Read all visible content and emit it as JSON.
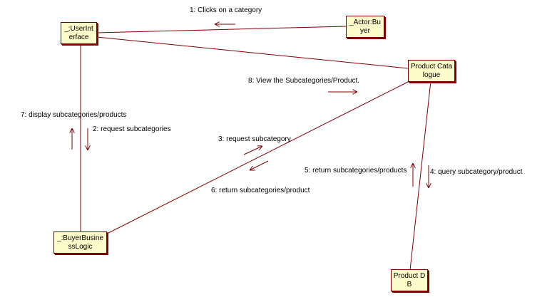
{
  "colors": {
    "line": "#800000",
    "node_fill": "#fdfccb",
    "node_border": "#800000",
    "text": "#000000"
  },
  "nodes": {
    "user_interface": "_:UserInterface",
    "actor_buyer": "_Actor:Buyer",
    "product_catalogue": "Product Catalogue",
    "buyer_business_logic": "_:BuyerBusinessLogic",
    "product_db": "Product DB"
  },
  "messages": {
    "m1": "1: Clicks on  a category",
    "m2": "2: request subcategories",
    "m3": "3: request subcategory",
    "m4": "4: query subcategory/product",
    "m5": "5: return subcategories/products",
    "m6": "6: return subcategories/product",
    "m7": "7: display subcategories/products",
    "m8": "8: View the Subcategories/Product."
  }
}
